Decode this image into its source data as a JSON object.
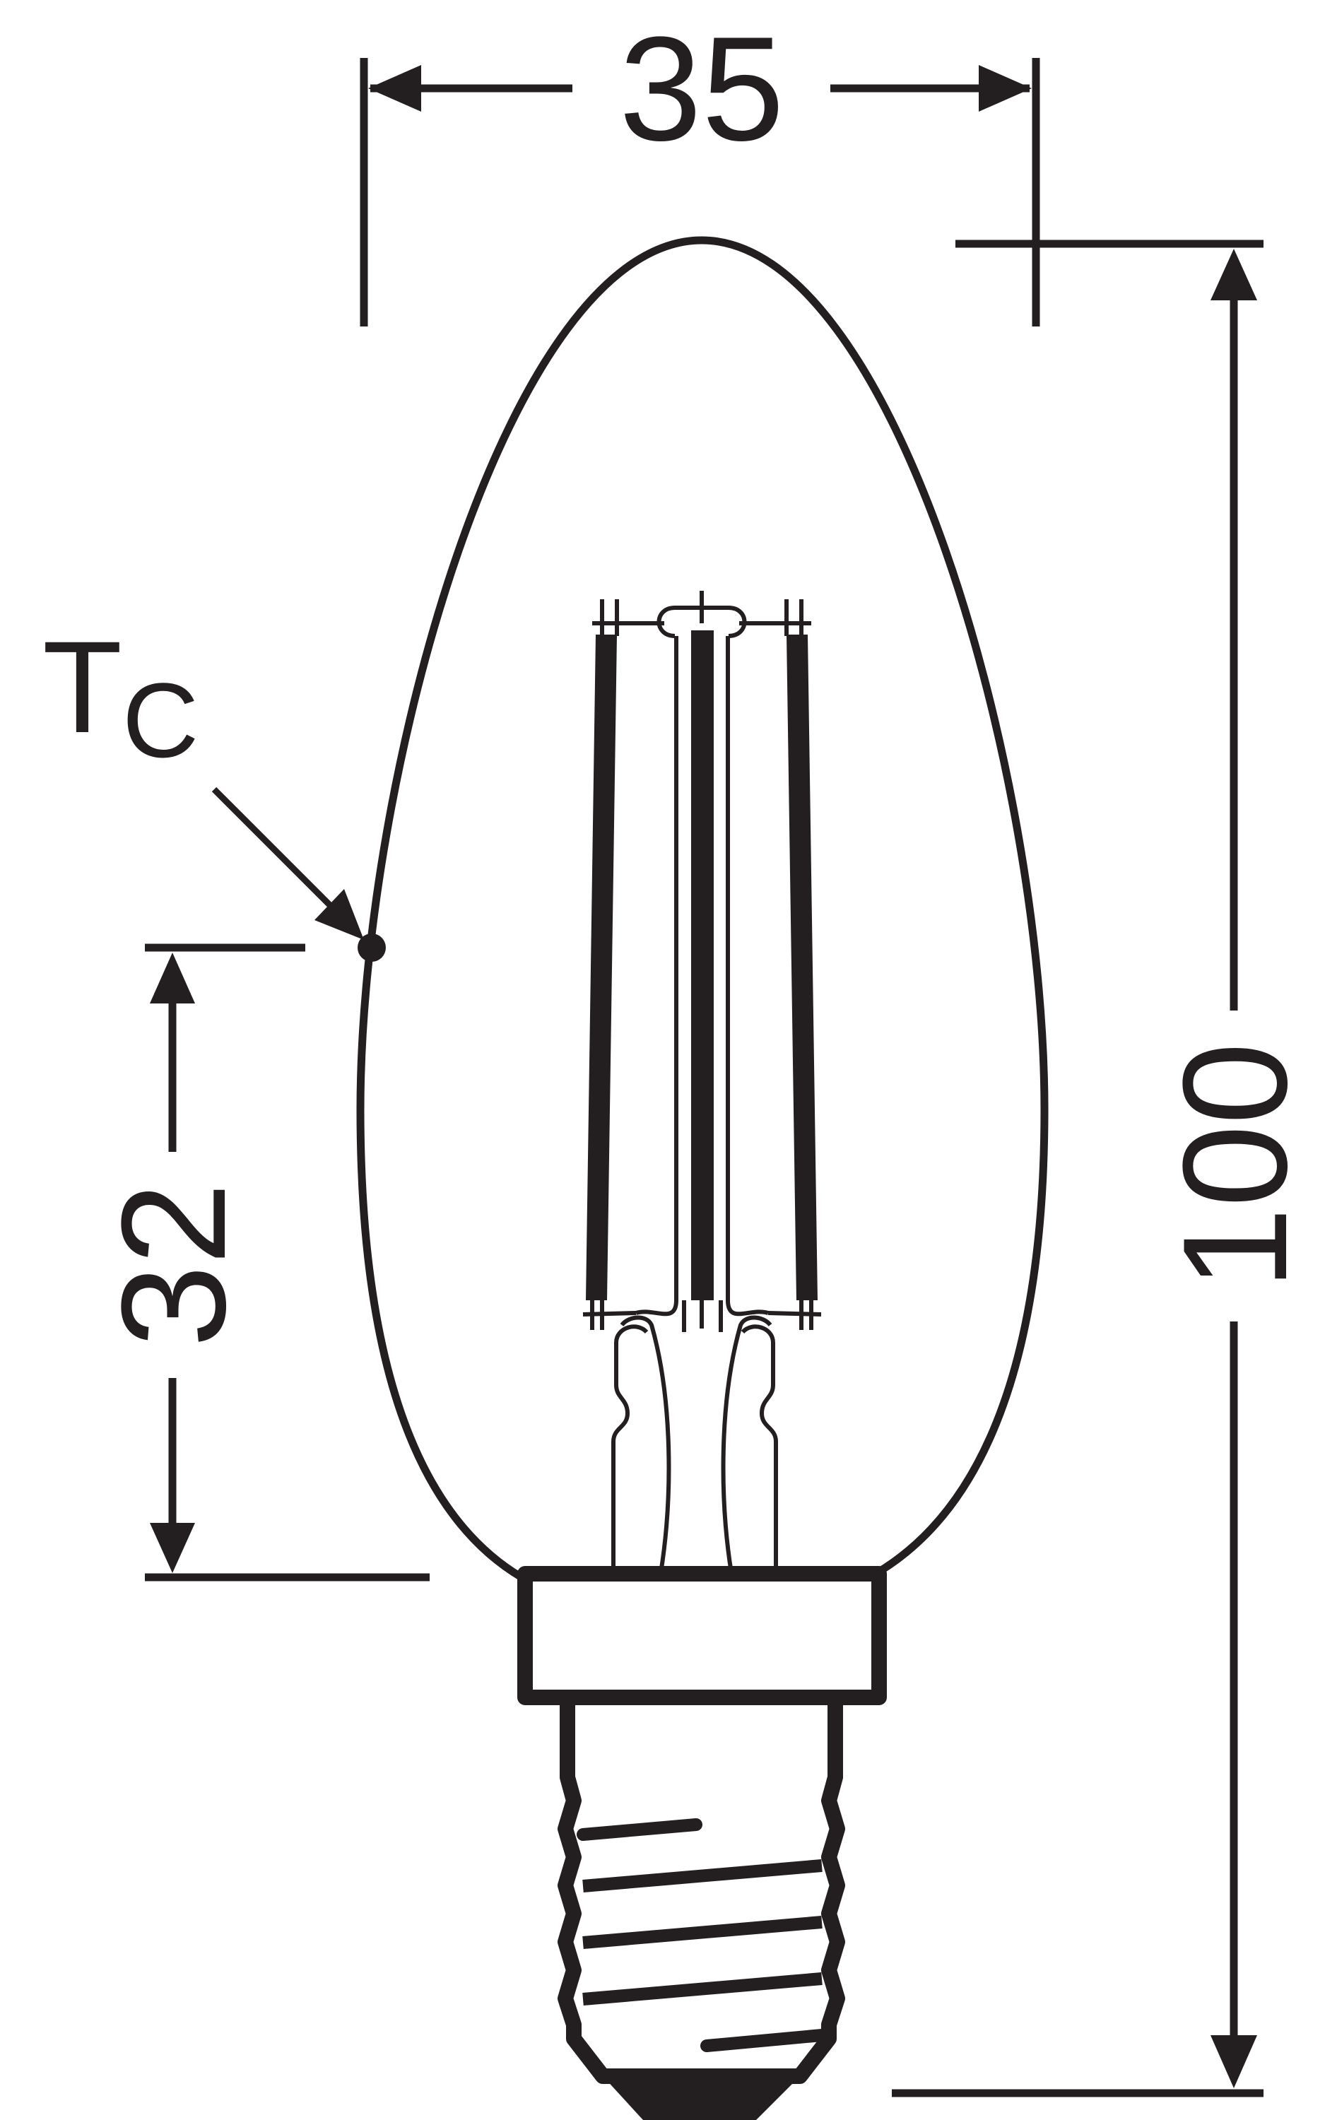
{
  "drawing": {
    "line_color": "#231f20",
    "background": "#ffffff",
    "dimensions": {
      "diameter": "35",
      "length": "100",
      "tc_height": "32"
    },
    "tc_label": {
      "main": "T",
      "sub": "C"
    }
  }
}
